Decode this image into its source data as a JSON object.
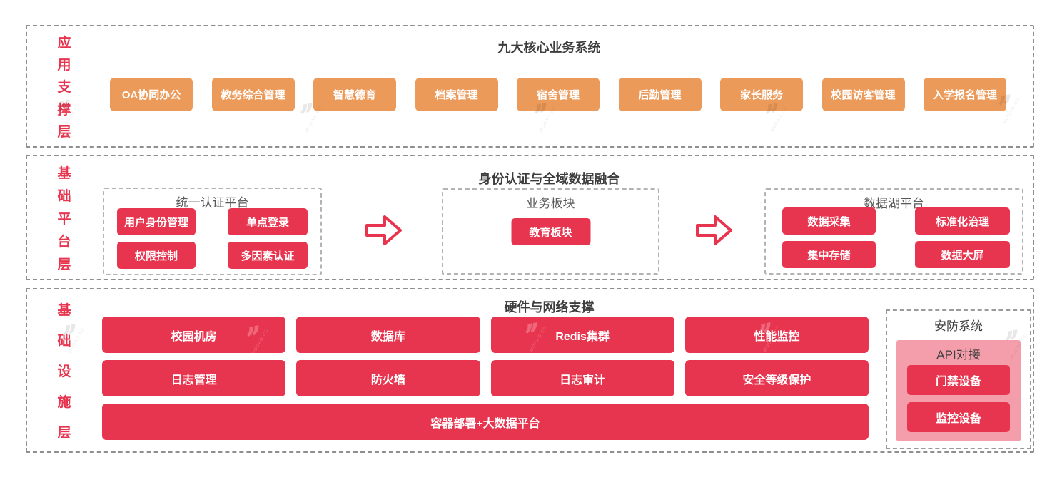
{
  "colors": {
    "accent_red": "#e8354f",
    "accent_orange": "#ec9a59",
    "pink_panel": "#f49eab",
    "frame_dash_gray": "#8f8f8f",
    "title_dark": "#3d3d3d"
  },
  "watermark": {
    "glyph": "’’",
    "text": "MODAO.CC"
  },
  "layers": {
    "app": {
      "label": "应用支撑层",
      "chars": [
        "应",
        "用",
        "支",
        "撑",
        "层"
      ],
      "title": "九大核心业务系统",
      "boxes": [
        "OA协同办公",
        "教务综合管理",
        "智慧德育",
        "档案管理",
        "宿舍管理",
        "后勤管理",
        "家长服务",
        "校园访客管理",
        "入学报名管理"
      ]
    },
    "platform": {
      "label": "基础平台层",
      "chars": [
        "基",
        "础",
        "平",
        "台",
        "层"
      ],
      "title": "身份认证与全域数据融合",
      "groups": {
        "auth": {
          "title": "统一认证平台",
          "items": [
            "用户身份管理",
            "单点登录",
            "权限控制",
            "多因素认证"
          ]
        },
        "biz": {
          "title": "业务板块",
          "items": [
            "教育板块"
          ]
        },
        "lake": {
          "title": "数据湖平台",
          "items": [
            "数据采集",
            "标准化治理",
            "集中存储",
            "数据大屏"
          ]
        }
      }
    },
    "infra": {
      "label": "基础设施层",
      "chars": [
        "基",
        "础",
        "设",
        "施",
        "层"
      ],
      "title": "硬件与网络支撑",
      "boxes": [
        "校园机房",
        "数据库",
        "Redis集群",
        "性能监控",
        "日志管理",
        "防火墙",
        "日志审计",
        "安全等级保护"
      ],
      "wide_box": "容器部署+大数据平台",
      "security": {
        "title": "安防系统",
        "subtitle": "API对接",
        "items": [
          "门禁设备",
          "监控设备"
        ]
      }
    }
  }
}
